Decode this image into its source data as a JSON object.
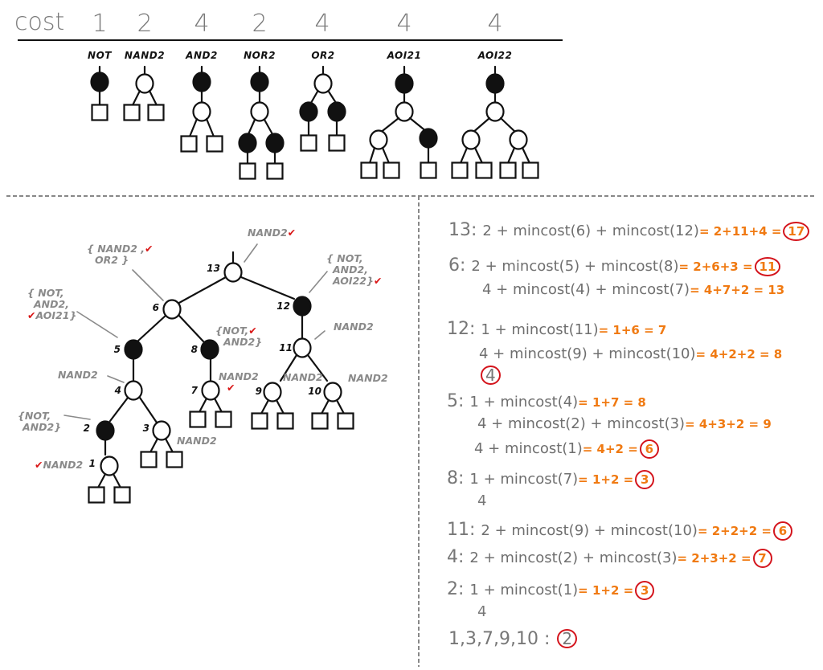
{
  "header": {
    "cost_label": "cost",
    "gates": [
      {
        "name": "NOT",
        "cost": "1"
      },
      {
        "name": "NAND2",
        "cost": "2"
      },
      {
        "name": "AND2",
        "cost": "4"
      },
      {
        "name": "NOR2",
        "cost": "2"
      },
      {
        "name": "OR2",
        "cost": "4"
      },
      {
        "name": "AOI21",
        "cost": "4"
      },
      {
        "name": "AOI22",
        "cost": "4"
      }
    ]
  },
  "tree": {
    "nodes": [
      {
        "id": "13",
        "type": "nand"
      },
      {
        "id": "6",
        "type": "nand"
      },
      {
        "id": "12",
        "type": "not"
      },
      {
        "id": "5",
        "type": "not"
      },
      {
        "id": "8",
        "type": "not"
      },
      {
        "id": "11",
        "type": "nand"
      },
      {
        "id": "4",
        "type": "nand"
      },
      {
        "id": "7",
        "type": "nand"
      },
      {
        "id": "9",
        "type": "nand"
      },
      {
        "id": "10",
        "type": "nand"
      },
      {
        "id": "2",
        "type": "not"
      },
      {
        "id": "3",
        "type": "nand"
      },
      {
        "id": "1",
        "type": "nand"
      }
    ],
    "annotations": {
      "n13": {
        "text": "NAND2",
        "check": "✔"
      },
      "n6": {
        "line1": "{ NAND2 ,",
        "line2": "OR2 }",
        "check": "✔"
      },
      "n12": {
        "line1": "{ NOT,",
        "line2": "AND2,",
        "line3": "AOI22}",
        "check": "✔"
      },
      "n5": {
        "line1": "{ NOT,",
        "line2": "AND2,",
        "line3": "AOI21}",
        "check": "✔"
      },
      "n8": {
        "line1": "{NOT,",
        "line2": "AND2}",
        "check": "✔"
      },
      "n11": {
        "text": "NAND2"
      },
      "n4": {
        "text": "NAND2"
      },
      "n7": {
        "text": "NAND2",
        "check": "✔"
      },
      "n9": {
        "text": "NAND2"
      },
      "n10": {
        "text": "NAND2"
      },
      "n2": {
        "line1": "{NOT,",
        "line2": "AND2}"
      },
      "n3": {
        "text": "NAND2"
      },
      "n1": {
        "text": "NAND2",
        "check": "✔"
      }
    }
  },
  "equations": [
    {
      "node": "13:",
      "expr": "2 + mincost(6) + mincost(12)",
      "arith": "= 2+11+4 =",
      "result": "17",
      "circled": true
    },
    {
      "node": "6:",
      "expr": "2 + mincost(5) + mincost(8)",
      "arith": "= 2+6+3 =",
      "result": "11",
      "circled": true
    },
    {
      "node": "",
      "expr": "4 + mincost(4) + mincost(7)",
      "arith": "= 4+7+2 = 13",
      "result": "",
      "circled": false
    },
    {
      "node": "12:",
      "expr": "1 + mincost(11)",
      "arith": "= 1+6 = 7",
      "result": "",
      "circled": false
    },
    {
      "node": "",
      "expr": "4 + mincost(9) + mincost(10)",
      "arith": "= 4+2+2 = 8",
      "result": "",
      "circled": false
    },
    {
      "node": "",
      "expr": "",
      "arith": "",
      "result": "4",
      "circled": true
    },
    {
      "node": "5:",
      "expr": "1 + mincost(4)",
      "arith": "= 1+7 = 8",
      "result": "",
      "circled": false
    },
    {
      "node": "",
      "expr": "4 + mincost(2) + mincost(3)",
      "arith": "= 4+3+2 = 9",
      "result": "",
      "circled": false
    },
    {
      "node": "",
      "expr": "4 + mincost(1)",
      "arith": "= 4+2 =",
      "result": "6",
      "circled": true
    },
    {
      "node": "8:",
      "expr": "1 + mincost(7)",
      "arith": "= 1+2 =",
      "result": "3",
      "circled": true
    },
    {
      "node": "",
      "expr": "4",
      "arith": "",
      "result": "",
      "circled": false
    },
    {
      "node": "11:",
      "expr": "2 + mincost(9) + mincost(10)",
      "arith": "= 2+2+2 =",
      "result": "6",
      "circled": true
    },
    {
      "node": "4:",
      "expr": "2 + mincost(2) + mincost(3)",
      "arith": "= 2+3+2 =",
      "result": "7",
      "circled": true
    },
    {
      "node": "2:",
      "expr": "1 + mincost(1)",
      "arith": "= 1+2 =",
      "result": "3",
      "circled": true
    },
    {
      "node": "",
      "expr": "4",
      "arith": "",
      "result": "",
      "circled": false
    },
    {
      "node": "1,3,7,9,10 :",
      "expr": "",
      "arith": "",
      "result": "2",
      "circled": true
    }
  ],
  "colors": {
    "ink": "#111111",
    "annotation": "#8a8a8a",
    "arith": "#f07a12",
    "circle": "#d4141c",
    "check": "#d91616"
  }
}
